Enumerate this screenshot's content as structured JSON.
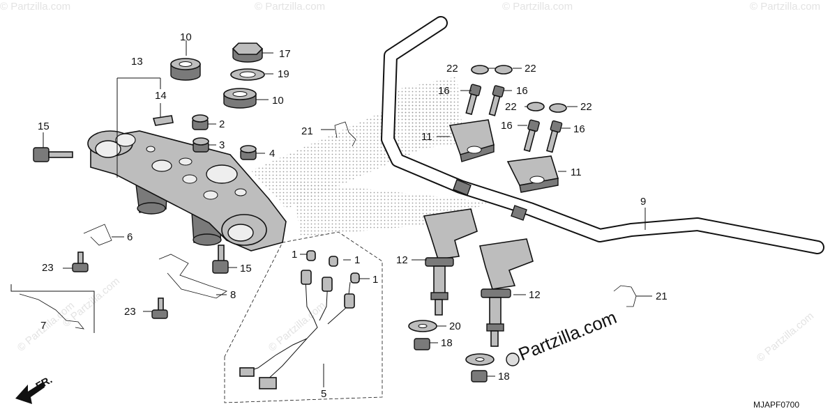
{
  "diagram": {
    "code": "MJAPF0700",
    "front_label": "FR.",
    "watermark": "© Partzilla.com",
    "site_stamp": "Partzilla.com",
    "colors": {
      "part_fill": "#bdbdbd",
      "dark_fill": "#7a7a7a",
      "outline": "#111111",
      "watermark": "#e3e3e3"
    },
    "callouts": {
      "c1a": "1",
      "c1b": "1",
      "c1c": "1",
      "c2": "2",
      "c3": "3",
      "c4": "4",
      "c5": "5",
      "c6": "6",
      "c7": "7",
      "c8": "8",
      "c9": "9",
      "c10a": "10",
      "c10b": "10",
      "c11a": "11",
      "c11b": "11",
      "c12a": "12",
      "c12b": "12",
      "c13": "13",
      "c14": "14",
      "c15a": "15",
      "c15b": "15",
      "c16a": "16",
      "c16b": "16",
      "c16c": "16",
      "c16d": "16",
      "c17": "17",
      "c18a": "18",
      "c18b": "18",
      "c19": "19",
      "c20": "20",
      "c21a": "21",
      "c21b": "21",
      "c22a": "22",
      "c22b": "22",
      "c22c": "22",
      "c22d": "22",
      "c23a": "23",
      "c23b": "23"
    }
  }
}
